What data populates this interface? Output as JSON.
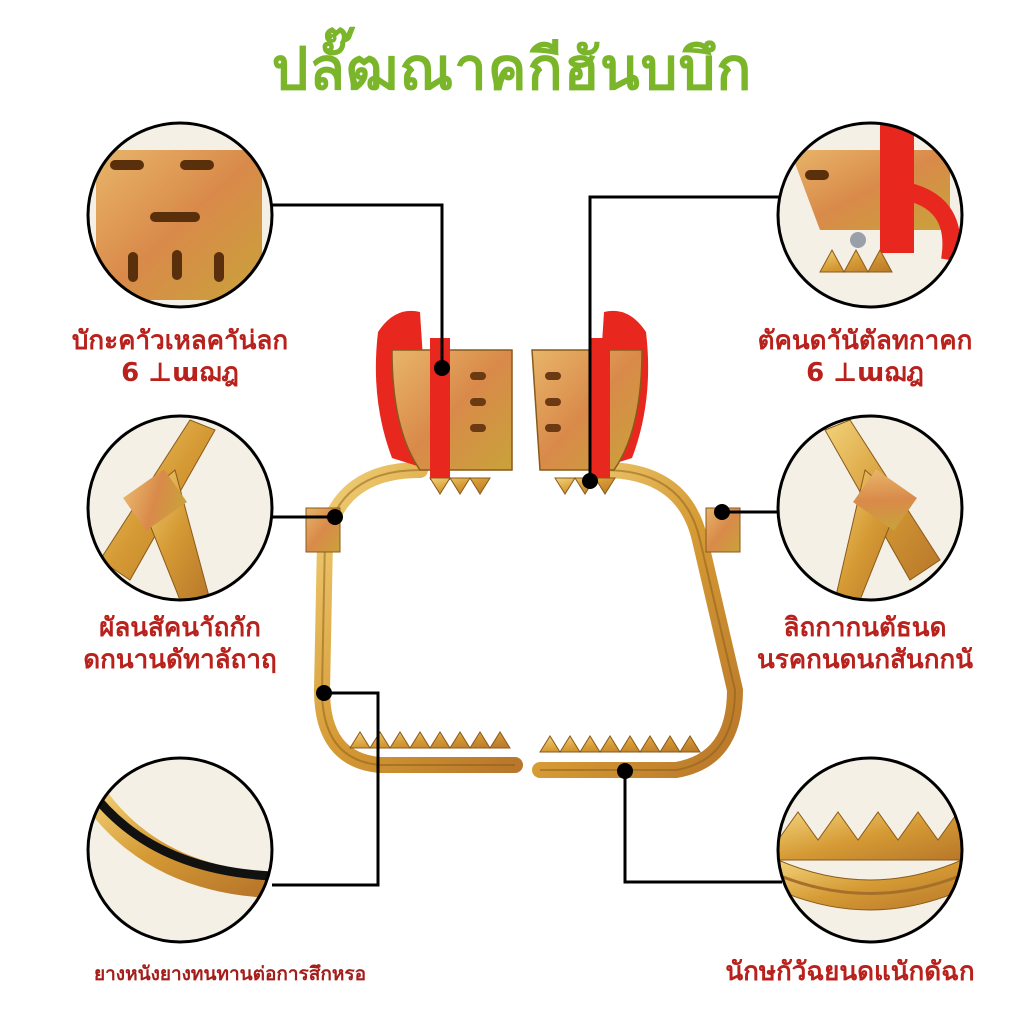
{
  "title": "ปลั๊ฒณาคกีฮันบบึก",
  "captions": {
    "top_left": {
      "line1": "บักะคาัวเหลคาัน่ลก",
      "line2": "6 ⊥ɯฌฎ"
    },
    "top_right": {
      "line1": "ตัคนดาันัตัลทกาคก",
      "line2": "6 ⊥ɯฌฎ"
    },
    "mid_left": {
      "line1": "ผัลนสัคนาัถกัก",
      "line2": "ดกนานดัทาลัถาฤ"
    },
    "mid_right": {
      "line1": "ลิถกากนตัธนด",
      "line2": "นรคกนดนกสันกกนั"
    },
    "bottom_left": {
      "line1": "ยางหนังยางทนทานต่อการสึกหรอ"
    },
    "bottom_right": {
      "line1": "นักษกัวัฉยนดแนักดัฉก"
    }
  },
  "colors": {
    "title": "#7ab52a",
    "caption": "#b8211c",
    "metal": "#d9a23a",
    "strap": "#e8271e",
    "line": "#000000"
  },
  "icons": [
    "pedal-closeup-icon",
    "strap-closeup-icon",
    "hinge-closeup-icon",
    "rubber-band-closeup-icon",
    "serrated-teeth-closeup-icon"
  ]
}
